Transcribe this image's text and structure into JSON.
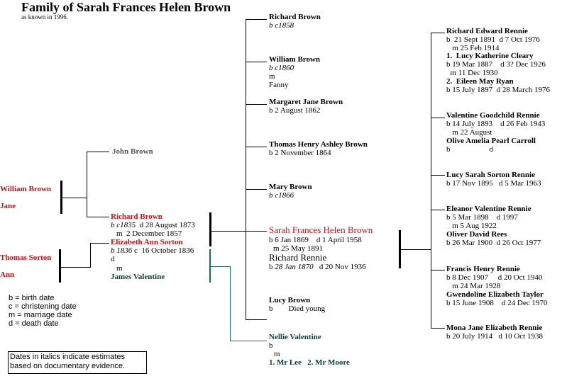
{
  "title": "Family of Sarah Frances Helen Brown",
  "subtitle": "as known in 1996.",
  "grandparents": {
    "p1": "William Brown",
    "p2": "Jane",
    "p3": "Thomas Sorton",
    "p4": "Ann",
    "sibling": "John Brown"
  },
  "parents": {
    "father": "Richard Brown",
    "father_b": "b c1835",
    "father_d": "d 28 August 1873",
    "marriage": "m  2 December 1857",
    "mother": "Elizabeth Ann Sorton",
    "mother_b": "b 1836",
    "mother_c": "c  16 October 1836",
    "mother_d": "d",
    "mother_m": "m",
    "mother_spouse2": "James Valentine"
  },
  "children": [
    {
      "name": "Richard Brown",
      "l1": "b c1858"
    },
    {
      "name": "William Brown",
      "l1": "b c1860",
      "l2": "m",
      "l3": "Fanny"
    },
    {
      "name": "Margaret Jane Brown",
      "l1": "b 2 August 1862"
    },
    {
      "name": "Thomas Henry Ashley Brown",
      "l1": "b 2 November 1864"
    },
    {
      "name": "Mary Brown",
      "l1": "b c1866"
    },
    {
      "name": "Sarah Frances Helen Brown",
      "l1": "b 6 Jan 1869    d 1 April 1958",
      "l2": "m 25 May 1891",
      "spouse": "Richard Rennie",
      "spouse_b_pre": "b ",
      "spouse_b": "28 Jan 1870",
      "spouse_d": "   d 20 Nov 1936"
    },
    {
      "name": "Lucy Brown",
      "l1": "b        Died young"
    },
    {
      "name": "Nellie Valentine",
      "l1": "b",
      "l2": "m",
      "l3": "1. Mr Lee   2. Mr Moore"
    }
  ],
  "grandchildren": [
    {
      "name": "Richard Edward Rennie",
      "lines": [
        "b  21 Sept 1891  d 7 Oct 1976",
        "   m 25 Feb 1914"
      ],
      "spouse1": "1.  Lucy Katherine Cleary",
      "s1": [
        "b 19 Mar 1887    d 3? Dec 1926",
        "  m 11 Dec 1930"
      ],
      "spouse2": "2.  Eileen May Ryan",
      "s2": [
        "b 15 July 1897  d 28 March 1976"
      ]
    },
    {
      "name": "Valentine Goodchild Rennie",
      "lines": [
        "b 14 July 1893    d 26 Feb 1943",
        "   m 22 August"
      ],
      "spouse1": "Olive Amelia Pearl Carroll",
      "s1": [
        "b                    d"
      ]
    },
    {
      "name": "Lucy Sarah Sorton Rennie",
      "lines": [
        "b 17 Nov 1895   d 5 Mar 1963"
      ]
    },
    {
      "name": "Eleanor Valentine Rennie",
      "lines": [
        "b 5 Mar 1898    d 1997",
        "   m 5 Aug 1922"
      ],
      "spouse1": "Oliver David Rees",
      "s1": [
        "b 26 Mar 1900  d 26 Oct 1977"
      ]
    },
    {
      "name": "Francis Henry Rennie",
      "lines": [
        "b 8 Dec 1907     d 20 Oct 1940",
        "   m 24 Mar 1928"
      ],
      "spouse1": "Gwendoline Elizabeth Taylor",
      "s1": [
        "b 15 June 1908    d 24 Dec 1970"
      ]
    },
    {
      "name": "Mona Jane Elizabeth Rennie",
      "lines": [
        "b 20 July 1914   d 10 Oct 1938"
      ]
    }
  ],
  "legend": [
    "b = birth date",
    "c = christening date",
    "m = marriage date",
    "d = death date"
  ],
  "note": [
    "Dates in italics indicate estimates",
    "based on documentary evidence."
  ],
  "colors": {
    "ancestor": "#cc1111",
    "valentine": "#0b3d3a",
    "line_teal": "#1a6b66"
  }
}
